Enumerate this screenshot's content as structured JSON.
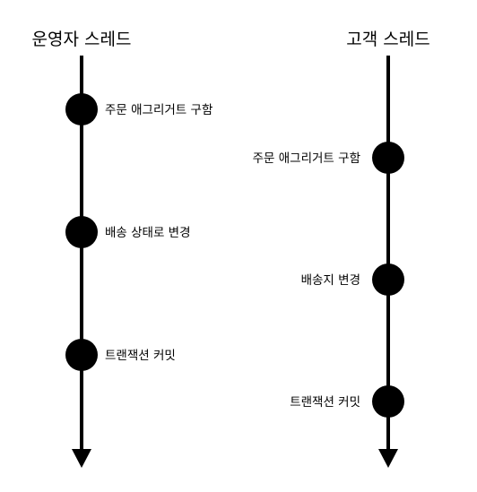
{
  "operator_thread": {
    "title": "운영자 스레드",
    "events": [
      {
        "label": "주문 애그리거트 구함"
      },
      {
        "label": "배송 상태로 변경"
      },
      {
        "label": "트랜잭션 커밋"
      }
    ]
  },
  "customer_thread": {
    "title": "고객 스레드",
    "events": [
      {
        "label": "주문 애그리거트 구함"
      },
      {
        "label": "배송지 변경"
      },
      {
        "label": "트랜잭션 커밋"
      }
    ]
  }
}
